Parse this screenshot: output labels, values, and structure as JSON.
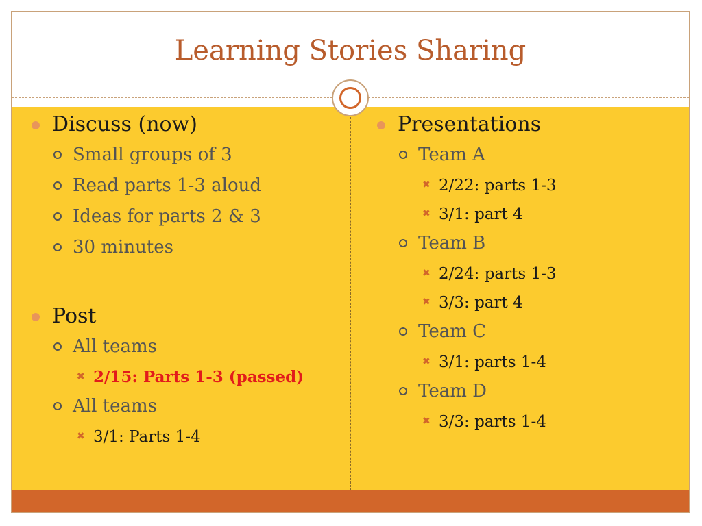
{
  "slide": {
    "title": "Learning Stories Sharing"
  },
  "left_column": {
    "discuss": {
      "label": "Discuss (now)",
      "items": [
        "Small groups of 3",
        "Read parts 1-3 aloud",
        "Ideas for parts 2 & 3",
        "30 minutes"
      ]
    },
    "post": {
      "label": "Post",
      "groups": [
        {
          "label": "All teams",
          "detail": "2/15: Parts 1-3 (passed)"
        },
        {
          "label": "All teams",
          "detail": "3/1: Parts 1-4"
        }
      ]
    }
  },
  "right_column": {
    "presentations": {
      "label": "Presentations",
      "teams": [
        {
          "label": "Team A",
          "items": [
            "2/22: parts 1-3",
            "3/1: part 4"
          ]
        },
        {
          "label": "Team B",
          "items": [
            "2/24: parts 1-3",
            "3/3: part 4"
          ]
        },
        {
          "label": "Team C",
          "items": [
            "3/1: parts 1-4"
          ]
        },
        {
          "label": "Team D",
          "items": [
            "3/3: parts 1-4"
          ]
        }
      ]
    }
  },
  "icons": {
    "level1_bullet": "filled-circle-bullet-icon",
    "level2_bullet": "hollow-circle-bullet-icon",
    "level3_bullet": "ornament-x-bullet-icon",
    "title_ornament": "ring-ornament-icon"
  },
  "colors": {
    "title": "#b85c2c",
    "content_background": "#fccb2e",
    "footer_bar": "#d2662a",
    "highlight_text": "#e21b1b"
  }
}
